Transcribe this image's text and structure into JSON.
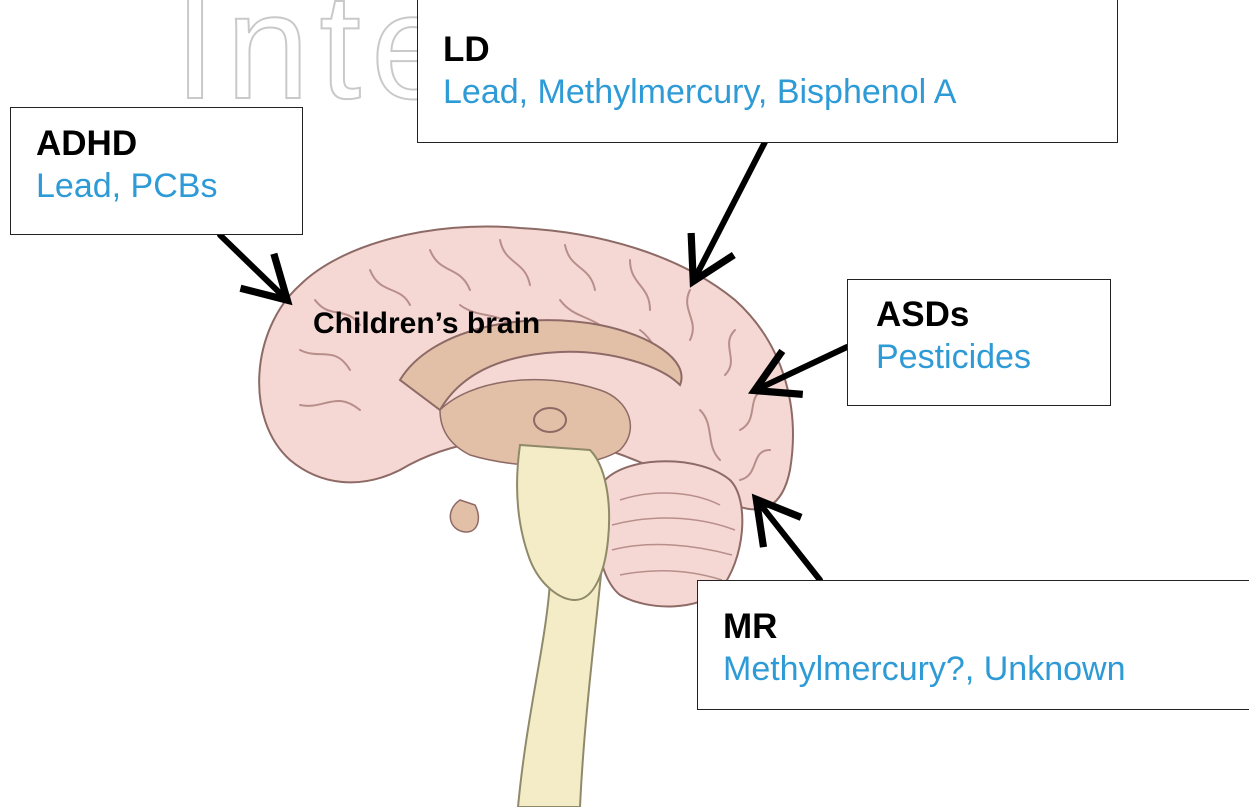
{
  "watermark": {
    "text": "IntechOpen"
  },
  "brain_label": "Children’s brain",
  "boxes": {
    "ld": {
      "disorder": "LD",
      "agents": "Lead, Methylmercury, Bisphenol A"
    },
    "adhd": {
      "disorder": "ADHD",
      "agents": "Lead, PCBs"
    },
    "asds": {
      "disorder": "ASDs",
      "agents": "Pesticides"
    },
    "mr": {
      "disorder": "MR",
      "agents": "Methylmercury?, Unknown"
    }
  },
  "colors": {
    "agent_text": "#2e9bd6",
    "cortex": "#f5d8d3",
    "gyri_lines": "#b88e8a",
    "deep_structures": "#e2c0a8",
    "brainstem": "#f3ecc6",
    "arrows": "#000000",
    "watermark": "#c9c9c9"
  }
}
